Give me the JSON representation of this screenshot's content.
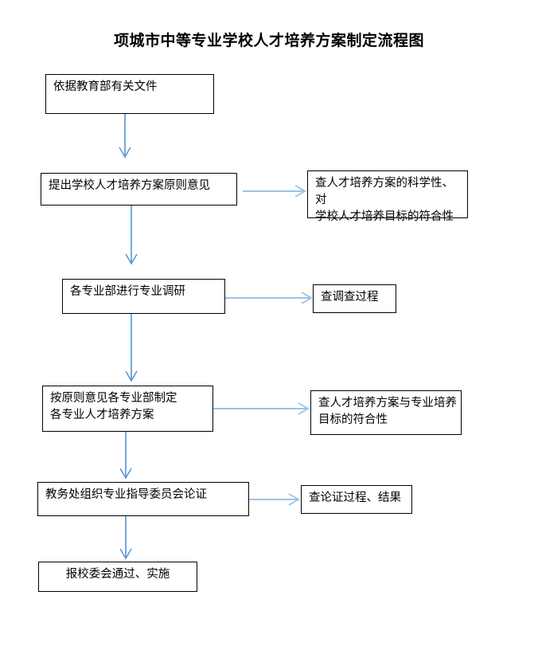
{
  "title": "项城市中等专业学校人才培养方案制定流程图",
  "colors": {
    "box_border": "#000000",
    "box_fill": "#ffffff",
    "arrow_vertical": "#5B9BD5",
    "arrow_horizontal": "#9DC3E6",
    "text": "#000000",
    "background": "#ffffff"
  },
  "process_nodes": [
    {
      "id": "step-1",
      "text": "依据教育部有关文件"
    },
    {
      "id": "step-2",
      "text": "提出学校人才培养方案原则意见"
    },
    {
      "id": "step-3",
      "text": "各专业部进行专业调研"
    },
    {
      "id": "step-4",
      "text": "按原则意见各专业部制定\n各专业人才培养方案"
    },
    {
      "id": "step-5",
      "text": "教务处组织专业指导委员会论证"
    },
    {
      "id": "step-6",
      "text": "报校委会通过、实施"
    }
  ],
  "check_nodes": [
    {
      "id": "check-1",
      "text": "查人才培养方案的科学性、对\n学校人才培养目标的符合性"
    },
    {
      "id": "check-2",
      "text": "查调查过程"
    },
    {
      "id": "check-3",
      "text": "查人才培养方案与专业培养\n目标的符合性"
    },
    {
      "id": "check-4",
      "text": "查论证过程、结果"
    }
  ],
  "flow": {
    "vertical_connections": [
      {
        "from": "step-1",
        "to": "step-2"
      },
      {
        "from": "step-2",
        "to": "step-3"
      },
      {
        "from": "step-3",
        "to": "step-4"
      },
      {
        "from": "step-4",
        "to": "step-5"
      },
      {
        "from": "step-5",
        "to": "step-6"
      }
    ],
    "horizontal_connections": [
      {
        "from": "step-2",
        "to": "check-1"
      },
      {
        "from": "step-3",
        "to": "check-2"
      },
      {
        "from": "step-4",
        "to": "check-3"
      },
      {
        "from": "step-5",
        "to": "check-4"
      }
    ]
  }
}
